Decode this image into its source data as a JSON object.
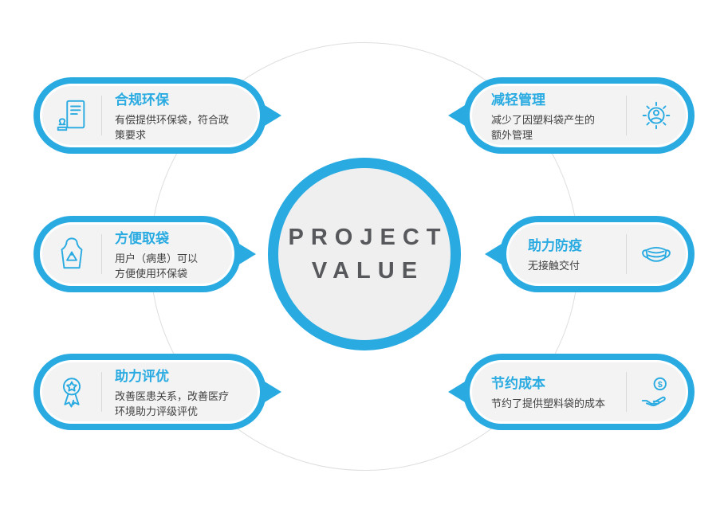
{
  "colors": {
    "accent": "#29ABE2",
    "card_fill": "#F3F3F3",
    "center_fill": "#EFEFEF",
    "title_text": "#29ABE2",
    "body_text": "#404040",
    "center_text": "#57585B",
    "ring_line": "#DEDEDE"
  },
  "center": {
    "line1": "PROJECT",
    "line2": "VALUE"
  },
  "items": [
    {
      "id": "compliance",
      "side": "left",
      "icon": "stamp-document-icon",
      "title": "合规环保",
      "desc": "有偿提供环保袋，符合政\n策要求"
    },
    {
      "id": "convenience",
      "side": "left",
      "icon": "recycle-bag-icon",
      "title": "方便取袋",
      "desc": "用户（病患）可以\n方便使用环保袋"
    },
    {
      "id": "evaluation",
      "side": "left",
      "icon": "award-medal-icon",
      "title": "助力评优",
      "desc": "改善医患关系，改善医疗\n环境助力评级评优"
    },
    {
      "id": "management",
      "side": "right",
      "icon": "gear-user-icon",
      "title": "减轻管理",
      "desc": "减少了因塑料袋产生的\n额外管理"
    },
    {
      "id": "epidemic",
      "side": "right",
      "icon": "face-mask-icon",
      "title": "助力防疫",
      "desc": "无接触交付"
    },
    {
      "id": "cost",
      "side": "right",
      "icon": "hand-coin-icon",
      "title": "节约成本",
      "desc": "节约了提供塑料袋的成本"
    }
  ]
}
